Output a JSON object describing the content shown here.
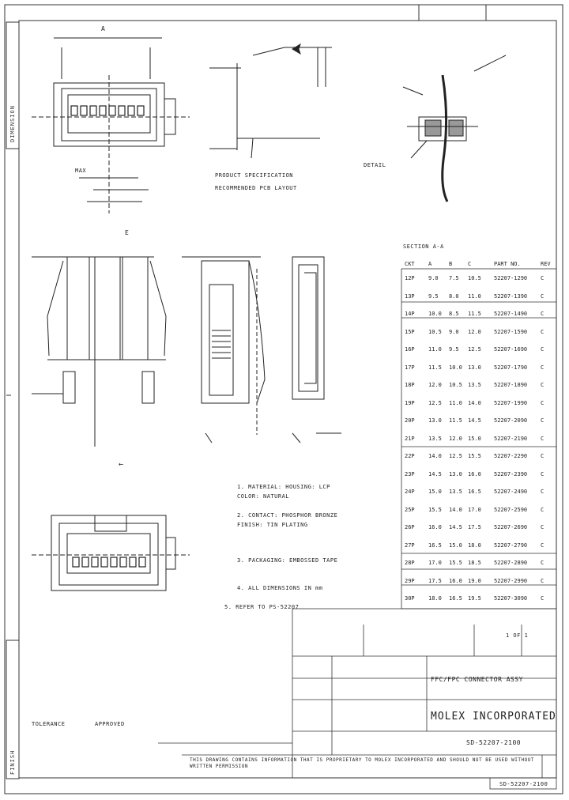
{
  "title_block": {
    "company": "MOLEX INCORPORATED",
    "description": "FFC/FPC CONNECTOR ASSY",
    "doc_number": "SD-52207-2100",
    "sheet": "1 OF 1",
    "footer": "THIS DRAWING CONTAINS INFORMATION THAT IS PROPRIETARY TO MOLEX INCORPORATED AND SHOULD NOT BE USED WITHOUT WRITTEN PERMISSION"
  },
  "views": {
    "top_label": "PRODUCT SPECIFICATION",
    "top_sublabel": "RECOMMENDED PCB LAYOUT",
    "detail_label": "DETAIL",
    "section_label": "SECTION A-A",
    "note_mark": "E",
    "arrow_mark": "←"
  },
  "notes": [
    "1. MATERIAL: HOUSING: LCP",
    "   COLOR: NATURAL",
    "2. CONTACT: PHOSPHOR BRONZE",
    "   FINISH: TIN PLATING",
    "3. PACKAGING: EMBOSSED TAPE",
    "4. ALL DIMENSIONS IN mm",
    "5. REFER TO PS-52207"
  ],
  "side_labels": [
    "DIMENSION",
    "FINISH",
    "TOLERANCE",
    "APPROVED"
  ],
  "table": {
    "rows": [
      [
        "12P",
        "9.0",
        "7.5",
        "10.5",
        "52207-1290",
        "C"
      ],
      [
        "13P",
        "9.5",
        "8.0",
        "11.0",
        "52207-1390",
        "C"
      ],
      [
        "14P",
        "10.0",
        "8.5",
        "11.5",
        "52207-1490",
        "C"
      ],
      [
        "15P",
        "10.5",
        "9.0",
        "12.0",
        "52207-1590",
        "C"
      ],
      [
        "16P",
        "11.0",
        "9.5",
        "12.5",
        "52207-1690",
        "C"
      ],
      [
        "17P",
        "11.5",
        "10.0",
        "13.0",
        "52207-1790",
        "C"
      ],
      [
        "18P",
        "12.0",
        "10.5",
        "13.5",
        "52207-1890",
        "C"
      ],
      [
        "19P",
        "12.5",
        "11.0",
        "14.0",
        "52207-1990",
        "C"
      ],
      [
        "20P",
        "13.0",
        "11.5",
        "14.5",
        "52207-2090",
        "C"
      ],
      [
        "21P",
        "13.5",
        "12.0",
        "15.0",
        "52207-2190",
        "C"
      ],
      [
        "22P",
        "14.0",
        "12.5",
        "15.5",
        "52207-2290",
        "C"
      ],
      [
        "23P",
        "14.5",
        "13.0",
        "16.0",
        "52207-2390",
        "C"
      ],
      [
        "24P",
        "15.0",
        "13.5",
        "16.5",
        "52207-2490",
        "C"
      ],
      [
        "25P",
        "15.5",
        "14.0",
        "17.0",
        "52207-2590",
        "C"
      ],
      [
        "26P",
        "16.0",
        "14.5",
        "17.5",
        "52207-2690",
        "C"
      ],
      [
        "27P",
        "16.5",
        "15.0",
        "18.0",
        "52207-2790",
        "C"
      ],
      [
        "28P",
        "17.0",
        "15.5",
        "18.5",
        "52207-2890",
        "C"
      ],
      [
        "29P",
        "17.5",
        "16.0",
        "19.0",
        "52207-2990",
        "C"
      ],
      [
        "30P",
        "18.0",
        "16.5",
        "19.5",
        "52207-3090",
        "C"
      ]
    ],
    "header": [
      "CKT",
      "A",
      "B",
      "C",
      "PART NO.",
      "REV"
    ]
  }
}
